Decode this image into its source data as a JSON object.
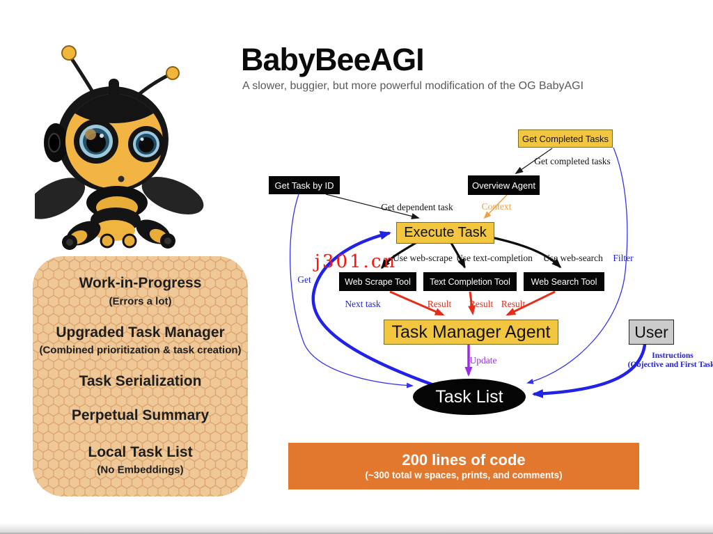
{
  "header": {
    "title": "BabyBeeAGI",
    "subtitle": "A slower, buggier, but more powerful modification of the OG BabyAGI"
  },
  "watermark": {
    "text": "j301.cn",
    "color": "#ff120a"
  },
  "features_panel": {
    "items": [
      {
        "title": "Work-in-Progress",
        "subtitle": "(Errors a lot)"
      },
      {
        "title": "Upgraded Task Manager",
        "subtitle": "(Combined prioritization & task creation)"
      },
      {
        "title": "Task Serialization",
        "subtitle": ""
      },
      {
        "title": "Perpetual Summary",
        "subtitle": ""
      },
      {
        "title": "Local Task List",
        "subtitle": "(No Embeddings)"
      }
    ]
  },
  "code_banner": {
    "line1": "200 lines of code",
    "line2": "(~300 total w spaces, prints, and comments)"
  },
  "diagram": {
    "nodes": {
      "get_completed_tasks": "Get Completed Tasks",
      "overview_agent": "Overview Agent",
      "get_task_by_id": "Get Task by ID",
      "execute_task": "Execute Task",
      "web_scrape_tool": "Web Scrape Tool",
      "text_completion_tool": "Text Completion Tool",
      "web_search_tool": "Web Search Tool",
      "task_manager_agent": "Task Manager Agent",
      "user": "User",
      "task_list": "Task List"
    },
    "edge_labels": {
      "get_completed_tasks": "Get completed tasks",
      "get_dependent_task": "Get dependent task",
      "context": "Context",
      "use_web_scrape": "Use web-scrape",
      "use_text_completion": "Use text-completion",
      "use_web_search": "Use web-search",
      "filter": "Filter",
      "get": "Get",
      "next_task": "Next task",
      "result": "Result",
      "update": "Update",
      "instructions_line1": "Instructions",
      "instructions_line2": "(Objective and First Task)"
    },
    "colors": {
      "node_yellow": "#f2c63e",
      "node_black": "#070707",
      "node_gray": "#cbcbcb",
      "edge_black": "#1a1a1a",
      "edge_blue": "#2121e8",
      "edge_red": "#e62b17",
      "edge_orange": "#ef9f44",
      "edge_purple": "#9b2be8",
      "banner_orange": "#e2782e",
      "honeycomb": "#eac28f"
    }
  }
}
